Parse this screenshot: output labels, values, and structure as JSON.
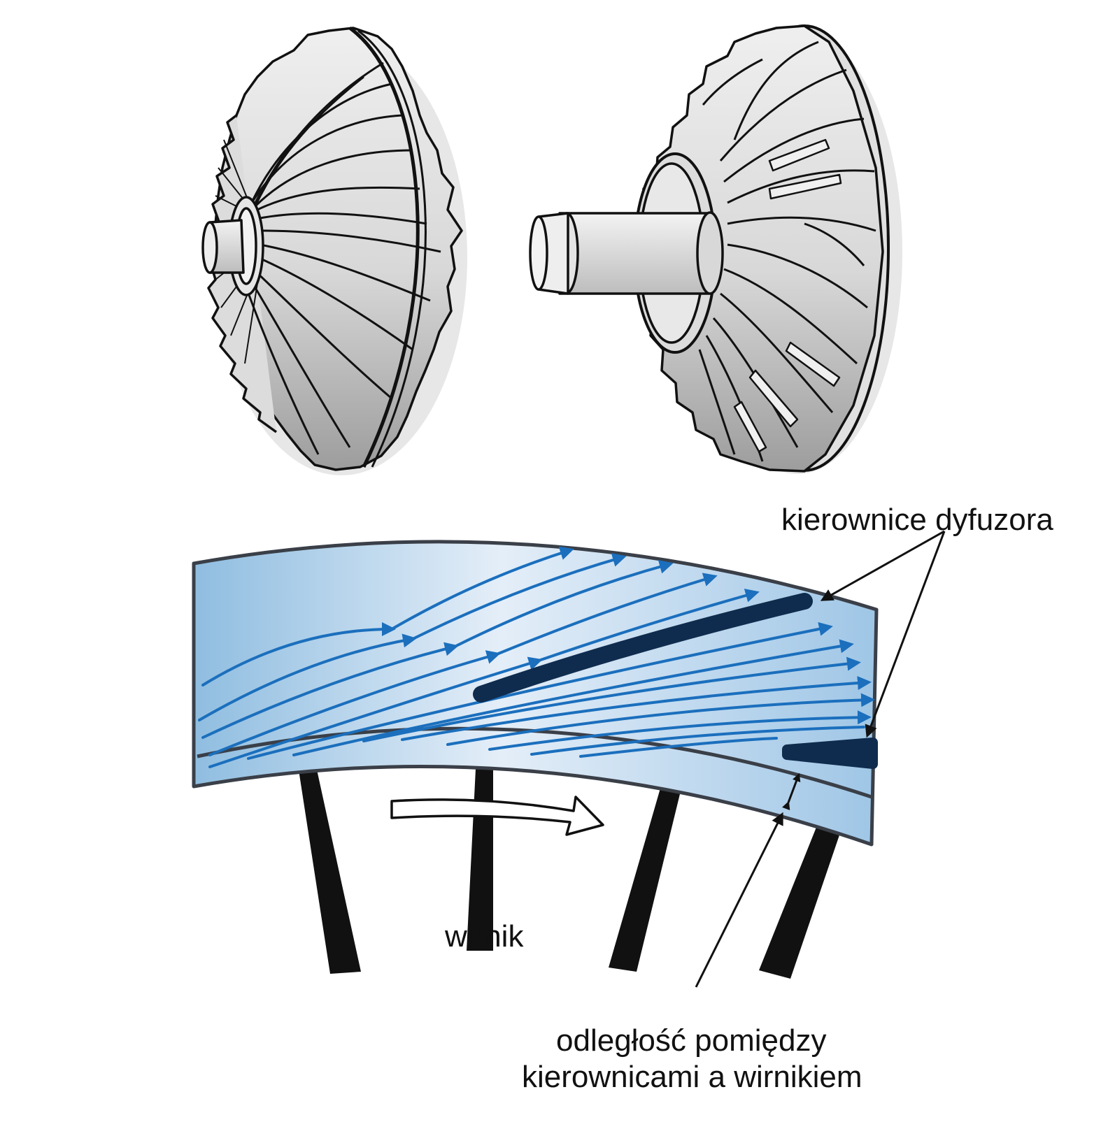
{
  "labels": {
    "diffuser_vanes": "kierownice dyfuzora",
    "rotor": "wirnik",
    "gap_line1": "odległość pomiędzy",
    "gap_line2": "kierownicami a wirnikiem"
  },
  "colors": {
    "metal_light": "#ececec",
    "metal_dark": "#9d9d9d",
    "outline": "#111111",
    "flow_blue": "#1b6fbd",
    "channel_light": "#e4eef8",
    "channel_dark": "#8fbde0",
    "vane": "#0f2c4e",
    "blade": "#111111",
    "rim": "#3a3f48"
  },
  "icons": {
    "rotation_arrow": "rotation-arrow-icon"
  }
}
